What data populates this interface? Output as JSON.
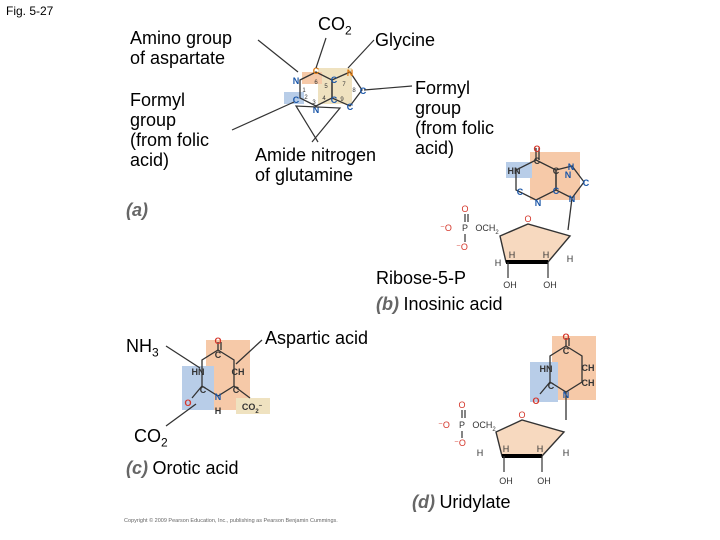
{
  "figure": {
    "label": "Fig. 5-27",
    "copyright": "Copyright © 2009 Pearson Education, Inc., publishing as Pearson Benjamin Cummings."
  },
  "panel_a": {
    "panel_letter": "(a)",
    "amino_group_lines": [
      "Amino group",
      "of aspartate"
    ],
    "co2_text": "CO",
    "co2_sub": "2",
    "glycine": "Glycine",
    "formyl_left_lines": [
      "Formyl",
      "group",
      "(from folic",
      "acid)"
    ],
    "formyl_right_lines": [
      "Formyl",
      "group",
      "(from folic",
      "acid)"
    ],
    "amide_lines": [
      "Amide nitrogen",
      "of glutamine"
    ],
    "purine_atoms": [
      {
        "t": "N",
        "c": "#1a56a8"
      },
      {
        "t": "C",
        "c": "#e07a10"
      },
      {
        "t": "N",
        "c": "#e07a10"
      },
      {
        "t": "C",
        "c": "#1a56a8"
      },
      {
        "t": "C",
        "c": "#1a56a8"
      },
      {
        "t": "C",
        "c": "#1a56a8"
      },
      {
        "t": "N",
        "c": "#1a56a8"
      },
      {
        "t": "C",
        "c": "#1a56a8"
      },
      {
        "t": "C",
        "c": "#1a56a8"
      }
    ],
    "purine_numbers": [
      "1",
      "2",
      "3",
      "4",
      "5",
      "6",
      "7",
      "8",
      "9"
    ]
  },
  "panel_b": {
    "panel_letter": "(b)",
    "name": "Inosinic acid",
    "ribose_label": "Ribose-5-P",
    "ring_atoms": [
      "O",
      "HN",
      "C",
      "N",
      "C",
      "N",
      "C",
      "N",
      "C",
      "C",
      "N"
    ],
    "phosphate": {
      "o_top": "O",
      "p": "P",
      "o_minus_left": "⁻O",
      "o_minus_bottom": "⁻O",
      "ch2": "OCH",
      "ch2_sub": "2"
    },
    "sugar": {
      "o": "O",
      "h": [
        "H",
        "H",
        "H",
        "H"
      ],
      "oh": [
        "OH",
        "OH"
      ]
    }
  },
  "panel_c": {
    "panel_letter": "(c)",
    "name": "Orotic acid",
    "nh3_text": "NH",
    "nh3_sub": "3",
    "co2_text": "CO",
    "co2_sub": "2",
    "aspartic": "Aspartic acid",
    "ring": {
      "o_top": "O",
      "c_top": "C",
      "hn": "HN",
      "ch": "CH",
      "c_bot": "C",
      "n": "N",
      "c_right": "C",
      "o_bot": "O",
      "h": "H",
      "coo": "CO",
      "coo_sub": "2",
      "coo_charge": "–"
    }
  },
  "panel_d": {
    "panel_letter": "(d)",
    "name": "Uridylate",
    "ring": {
      "o_top": "O",
      "c_top": "C",
      "hn": "HN",
      "ch1": "CH",
      "ch2": "CH",
      "c_bot": "C",
      "n": "N",
      "o_bot": "O"
    },
    "phosphate": {
      "o_top": "O",
      "p": "P",
      "o_minus_left": "⁻O",
      "o_minus_bottom": "⁻O",
      "ch2": "OCH",
      "ch2_sub": "2"
    },
    "sugar": {
      "o": "O",
      "h": [
        "H",
        "H",
        "H",
        "H"
      ],
      "oh": [
        "OH",
        "OH"
      ]
    }
  },
  "colors": {
    "orange_highlight": "#f6c9a8",
    "blue_highlight": "#b8cde8",
    "tan_highlight": "#efe2c0",
    "sugar_fill": "#f7d9bf",
    "oxygen_red": "#d4362a",
    "nitrogen_blue": "#1a56a8",
    "dark_text": "#333333"
  }
}
